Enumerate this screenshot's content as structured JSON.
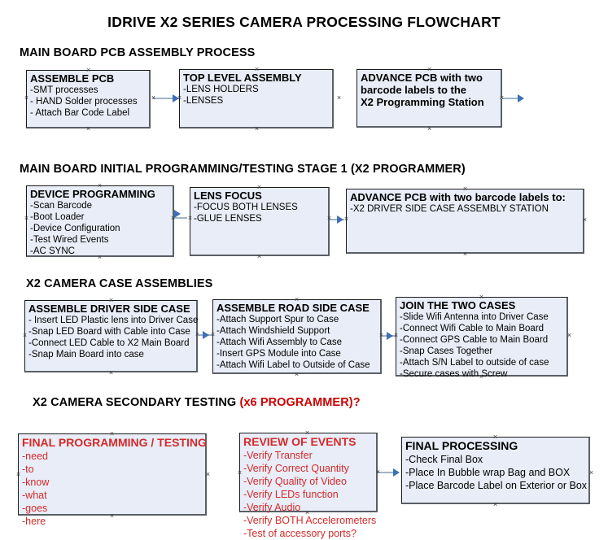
{
  "document": {
    "title": "IDRIVE X2  SERIES CAMERA PROCESSING FLOWCHART"
  },
  "colors": {
    "box_fill": "#e8edf7",
    "box_border": "#1a1a1a",
    "box_shadow": "#5a5f66",
    "connector_line": "#9fb4cc",
    "connector_arrow": "#3f6fb5",
    "red_text": "#d42a2a",
    "red_heading": "#cc0000",
    "page_background": "#ffffff"
  },
  "sections": [
    {
      "id": "main-board-pcb-assembly",
      "heading": "MAIN BOARD PCB ASSEMBLY PROCESS",
      "heading_suffix": "",
      "boxes": [
        {
          "id": "assemble-pcb",
          "title": "ASSEMBLE PCB",
          "lines": [
            "-SMT processes",
            "- HAND Solder processes",
            "- Attach Bar Code Label"
          ]
        },
        {
          "id": "top-level-assembly",
          "title": "TOP LEVEL ASSEMBLY",
          "lines": [
            "-LENS HOLDERS",
            "-LENSES"
          ]
        },
        {
          "id": "advance-pcb-x2-programming-station",
          "title": "ADVANCE PCB with two",
          "title2": "barcode labels to the",
          "title3": " X2 Programming Station",
          "lines": []
        }
      ]
    },
    {
      "id": "main-board-initial-programming",
      "heading": "MAIN BOARD INITIAL PROGRAMMING/TESTING STAGE 1 (X2 PROGRAMMER)",
      "heading_suffix": "",
      "boxes": [
        {
          "id": "device-programming",
          "title": "DEVICE PROGRAMMING",
          "lines": [
            "-Scan Barcode",
            "-Boot Loader",
            "-Device Configuration",
            "-Test Wired Events",
            "-AC SYNC"
          ]
        },
        {
          "id": "lens-focus",
          "title": "LENS FOCUS",
          "lines": [
            "-FOCUS BOTH LENSES",
            "-GLUE LENSES"
          ]
        },
        {
          "id": "advance-pcb-driver-side-case",
          "title": "ADVANCE PCB with two barcode labels to:",
          "lines": [
            "-X2 DRIVER  SIDE  CASE  ASSEMBLY STATION"
          ]
        }
      ]
    },
    {
      "id": "x2-camera-case-assemblies",
      "heading": "X2 CAMERA CASE ASSEMBLIES",
      "heading_suffix": "",
      "boxes": [
        {
          "id": "assemble-driver-side-case",
          "title": "ASSEMBLE DRIVER SIDE CASE",
          "lines": [
            "- Insert LED Plastic lens into Driver Case",
            "-Snap LED Board with Cable into Case",
            "-Connect LED Cable to X2 Main Board",
            "-Snap Main Board into case"
          ]
        },
        {
          "id": "assemble-road-side-case",
          "title": "ASSEMBLE ROAD SIDE CASE",
          "lines": [
            "-Attach Support Spur to Case",
            "-Attach Windshield Support",
            "-Attach Wifi Assembly to Case",
            "-Insert GPS Module into Case",
            "-Attach Wifi Label to Outside of Case"
          ]
        },
        {
          "id": "join-the-two-cases",
          "title": "JOIN THE TWO CASES",
          "lines": [
            "-Slide Wifi Antenna into Driver Case",
            "-Connect Wifi Cable to Main Board",
            "-Connect GPS Cable to Main Board",
            "-Snap Cases Together",
            "-Attach S/N Label to outside of case",
            "-Secure cases with Screw"
          ]
        }
      ]
    },
    {
      "id": "x2-camera-secondary-testing",
      "heading": "X2 CAMERA SECONDARY TESTING ",
      "heading_suffix": "(x6 PROGRAMMER)?",
      "boxes": [
        {
          "id": "final-programming-testing",
          "title": "FINAL PROGRAMMING / TESTING",
          "lines": [
            "-need",
            "-to",
            "-know",
            "-what",
            "-goes",
            "-here"
          ]
        },
        {
          "id": "review-of-events",
          "title": "REVIEW OF EVENTS",
          "lines": [
            "-Verify Transfer",
            "-Verify Correct Quantity",
            "-Verify Quality of Video",
            "-Verify LEDs function",
            "-Verify Audio",
            "-Verify BOTH Accelerometers",
            "-Test of accessory ports?"
          ]
        },
        {
          "id": "final-processing",
          "title": "FINAL PROCESSING",
          "lines": [
            "-Check Final Box",
            "-Place In Bubble wrap Bag and BOX",
            "-Place Barcode Label on Exterior or Box"
          ]
        }
      ]
    }
  ],
  "connectors": [
    {
      "id": "assemble-pcb-to-top-level-assembly",
      "label": "arrow"
    },
    {
      "id": "top-level-assembly-to-advance-pcb",
      "label": "arrow"
    },
    {
      "id": "device-programming-to-lens-focus",
      "label": "arrow"
    },
    {
      "id": "lens-focus-to-advance-pcb",
      "label": "arrow"
    },
    {
      "id": "driver-side-to-road-side",
      "label": "arrow"
    },
    {
      "id": "road-side-to-join-cases",
      "label": "arrow"
    },
    {
      "id": "final-programming-to-review-of-events",
      "label": "arrow"
    },
    {
      "id": "review-of-events-to-final-processing",
      "label": "arrow"
    }
  ]
}
